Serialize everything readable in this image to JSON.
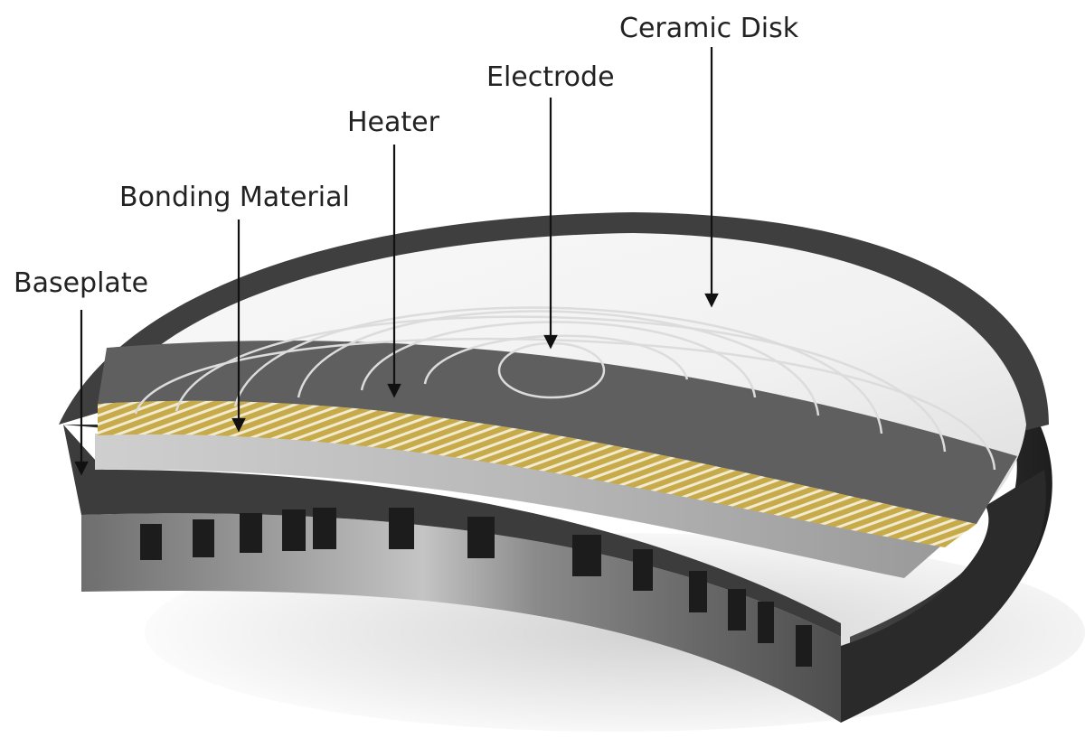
{
  "labels": {
    "ceramic_disk": "Ceramic Disk",
    "electrode": "Electrode",
    "heater": "Heater",
    "bonding_material": "Bonding Material",
    "baseplate": "Baseplate"
  },
  "colors": {
    "ceramic_surface": "#eeeeee",
    "electrode_band": "#5f5f5f",
    "electrode_lines": "#d8d8d8",
    "heater_trace": "#b79a3c",
    "bonding_layer": "#a9a9a9",
    "baseplate_metal": "#7a7a7a",
    "arrow": "#111111"
  }
}
